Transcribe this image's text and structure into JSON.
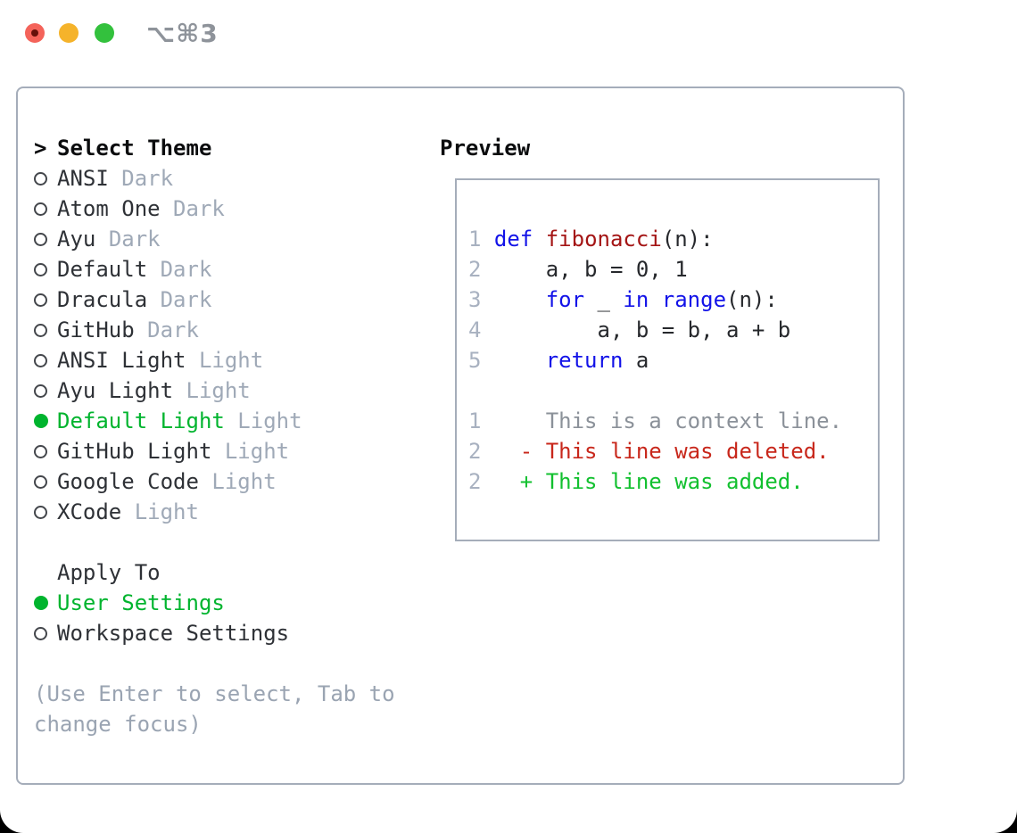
{
  "window": {
    "shortcut_label": "⌥⌘3"
  },
  "traffic_lights": {
    "close_color": "#f4635a",
    "close_inner_dot_color": "#65100a",
    "minimize_color": "#f5b32b",
    "zoom_color": "#33c13d"
  },
  "colors": {
    "selection_green": "#00b42e",
    "keyword_blue": "#1313e8",
    "function_red": "#a41515",
    "diff_deleted_red": "#c8271b",
    "diff_added_green": "#12c02f",
    "muted_gray": "#9fa9b7",
    "panel_border": "#a5adba"
  },
  "selector": {
    "prompt": ">",
    "title": "Select Theme",
    "themes": [
      {
        "name": "ANSI",
        "variant": "Dark",
        "selected": false
      },
      {
        "name": "Atom One",
        "variant": "Dark",
        "selected": false
      },
      {
        "name": "Ayu",
        "variant": "Dark",
        "selected": false
      },
      {
        "name": "Default",
        "variant": "Dark",
        "selected": false
      },
      {
        "name": "Dracula",
        "variant": "Dark",
        "selected": false
      },
      {
        "name": "GitHub",
        "variant": "Dark",
        "selected": false
      },
      {
        "name": "ANSI Light",
        "variant": "Light",
        "selected": false
      },
      {
        "name": "Ayu Light",
        "variant": "Light",
        "selected": false
      },
      {
        "name": "Default Light",
        "variant": "Light",
        "selected": true
      },
      {
        "name": "GitHub Light",
        "variant": "Light",
        "selected": false
      },
      {
        "name": "Google Code",
        "variant": "Light",
        "selected": false
      },
      {
        "name": "XCode",
        "variant": "Light",
        "selected": false
      }
    ],
    "apply_to_title": "Apply To",
    "apply_options": [
      {
        "label": "User Settings",
        "selected": true
      },
      {
        "label": "Workspace Settings",
        "selected": false
      }
    ],
    "help_text": "(Use Enter to select, Tab to change focus)"
  },
  "preview": {
    "title": "Preview",
    "code_lines": [
      {
        "num": "1",
        "tokens": [
          {
            "c": "kw",
            "t": "def"
          },
          {
            "c": "plain",
            "t": " "
          },
          {
            "c": "fn",
            "t": "fibonacci"
          },
          {
            "c": "plain",
            "t": "(n):"
          }
        ]
      },
      {
        "num": "2",
        "tokens": [
          {
            "c": "plain",
            "t": "    a, b = 0, 1"
          }
        ]
      },
      {
        "num": "3",
        "tokens": [
          {
            "c": "plain",
            "t": "    "
          },
          {
            "c": "kw",
            "t": "for"
          },
          {
            "c": "plain",
            "t": " _ "
          },
          {
            "c": "kw",
            "t": "in"
          },
          {
            "c": "plain",
            "t": " "
          },
          {
            "c": "kw",
            "t": "range"
          },
          {
            "c": "plain",
            "t": "(n):"
          }
        ]
      },
      {
        "num": "4",
        "tokens": [
          {
            "c": "plain",
            "t": "        a, b = b, a + b"
          }
        ]
      },
      {
        "num": "5",
        "tokens": [
          {
            "c": "plain",
            "t": "    "
          },
          {
            "c": "kw",
            "t": "return"
          },
          {
            "c": "plain",
            "t": " a"
          }
        ]
      }
    ],
    "diff_lines": [
      {
        "num": "1",
        "kind": "context",
        "text": "    This is a context line."
      },
      {
        "num": "2",
        "kind": "deleted",
        "text": "  - This line was deleted."
      },
      {
        "num": "2",
        "kind": "added",
        "text": "  + This line was added."
      }
    ]
  }
}
